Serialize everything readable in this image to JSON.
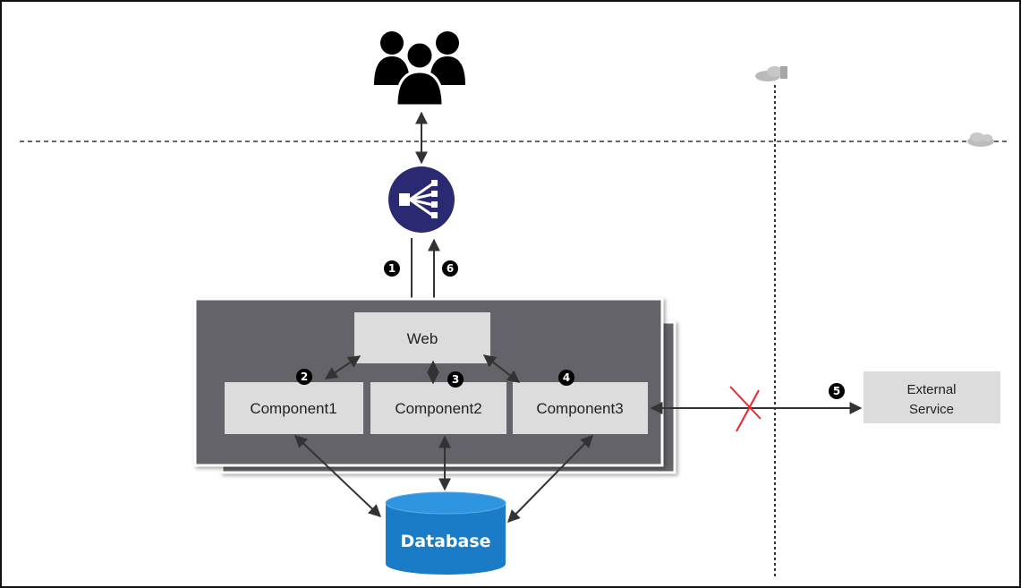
{
  "nodes": {
    "web": "Web",
    "component1": "Component1",
    "component2": "Component2",
    "component3": "Component3",
    "database": "Database",
    "external_service_line1": "External",
    "external_service_line2": "Service"
  },
  "steps": [
    "1",
    "2",
    "3",
    "4",
    "5",
    "6"
  ],
  "icons": {
    "users": "users-icon",
    "load_balancer": "load-balancer-icon",
    "cloud": "cloud-icon",
    "failure": "failure-cross-icon"
  },
  "colors": {
    "panel": "#646469",
    "box": "#dcdcdc",
    "load_balancer": "#2a2a72",
    "database": "#1a7cc7",
    "failure": "#e8262b",
    "arrow": "#333333"
  }
}
